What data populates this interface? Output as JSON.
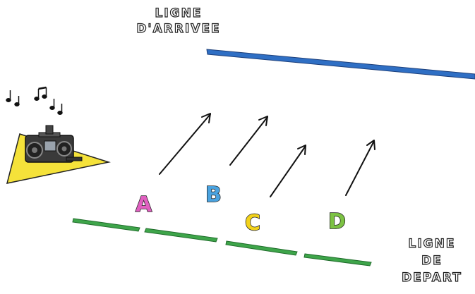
{
  "labels": {
    "finish_line": [
      "LIGNE",
      "D'ARRIVEE"
    ],
    "start_line": [
      "LIGNE",
      "DE",
      "DEPART"
    ]
  },
  "runners": [
    {
      "letter": "A",
      "color": "#e05fc0"
    },
    {
      "letter": "B",
      "color": "#4aa3e0"
    },
    {
      "letter": "C",
      "color": "#f2d21b"
    },
    {
      "letter": "D",
      "color": "#7cc243"
    }
  ],
  "colors": {
    "finish_line": "#2f6fc4",
    "start_line": "#3ea54a",
    "mat": "#f5e23a",
    "radio": "#3a3a3a"
  },
  "icons": [
    "music-notes-icon",
    "boombox-icon",
    "arrow-icon"
  ]
}
